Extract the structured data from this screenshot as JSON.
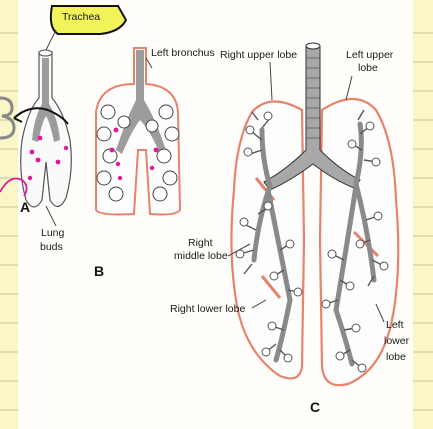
{
  "labels": {
    "trachea": "Trachea",
    "left_bronchus": "Left bronchus",
    "right_upper_lobe": "Right upper lobe",
    "left_upper_lobe_1": "Left upper",
    "left_upper_lobe_2": "lobe",
    "right_middle_lobe_1": "Right",
    "right_middle_lobe_2": "middle lobe",
    "right_lower_lobe": "Right lower lobe",
    "left_lower_lobe_1": "Left",
    "left_lower_lobe_2": "lower",
    "left_lower_lobe_3": "lobe",
    "lung_buds_1": "Lung",
    "lung_buds_2": "buds"
  },
  "panel_letters": {
    "a": "A",
    "b": "B",
    "c": "C"
  },
  "colors": {
    "page_background": "#fbf6c8",
    "ruled_lines": "#c9c39a",
    "trachea_highlight": "#f2f25a",
    "lung_outline": "#e8826a",
    "annotation_pink": "#e0189a",
    "airway_fill": "#9c9c9c"
  }
}
